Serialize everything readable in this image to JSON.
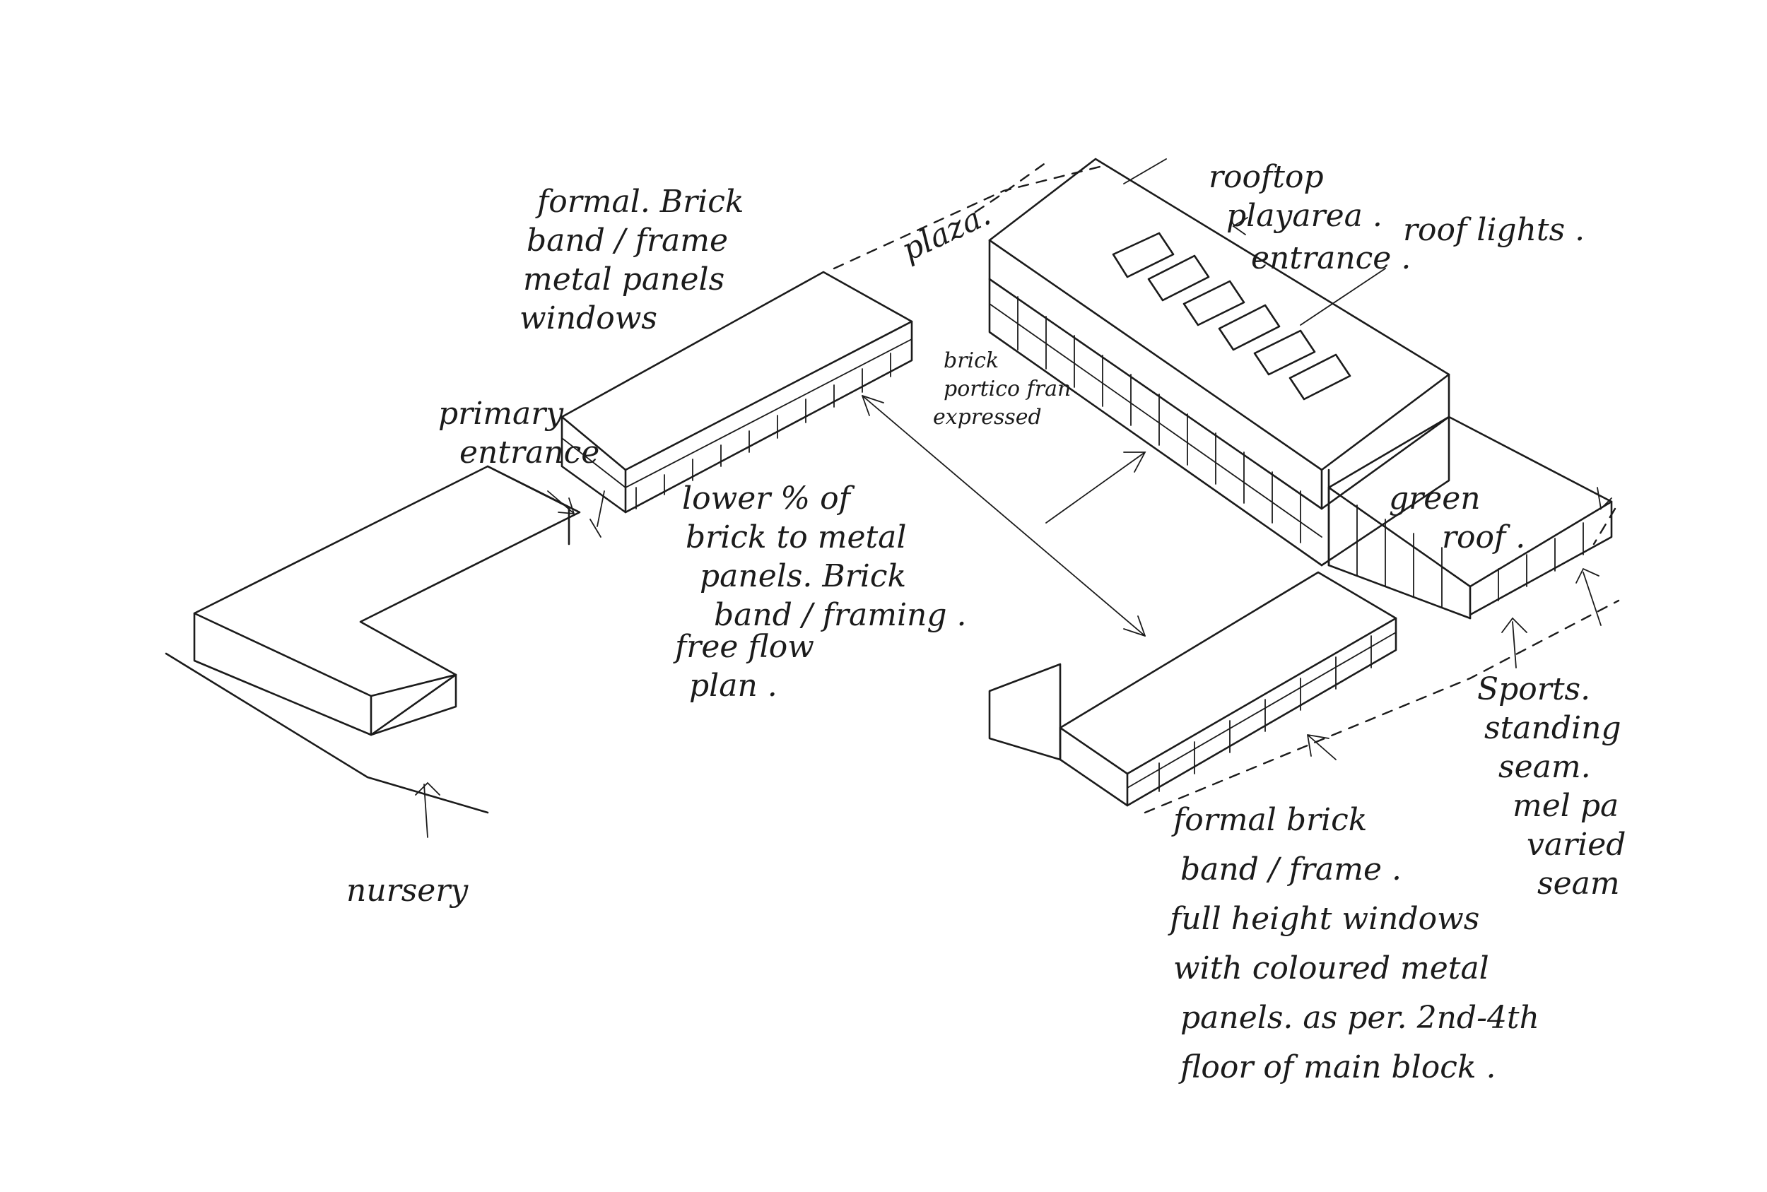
{
  "annotations": {
    "formal_brick_top": [
      "formal. Brick",
      "band / frame",
      "metal panels",
      "windows"
    ],
    "plaza": "plaza.",
    "rooftop": [
      "rooftop",
      "playarea ."
    ],
    "entrance_main": "entrance .",
    "roof_lights": "roof lights .",
    "primary_entrance": [
      "primary",
      "entrance"
    ],
    "brick_portico": [
      "brick",
      "portico fran",
      "expressed"
    ],
    "lower_pct": [
      "lower % of",
      "brick to metal",
      "panels. Brick",
      "band / framing ."
    ],
    "free_flow": [
      "free flow",
      "plan ."
    ],
    "green_roof": [
      "green",
      "roof ."
    ],
    "nursery": "nursery",
    "sports": [
      "Sports.",
      "standing",
      "seam.",
      "mel pa",
      "varied",
      "seam"
    ],
    "formal_brick_bottom": [
      "formal brick",
      "band / frame .",
      "full height windows",
      "with coloured metal",
      "panels. as per. 2nd-4th",
      "floor of main block ."
    ]
  }
}
